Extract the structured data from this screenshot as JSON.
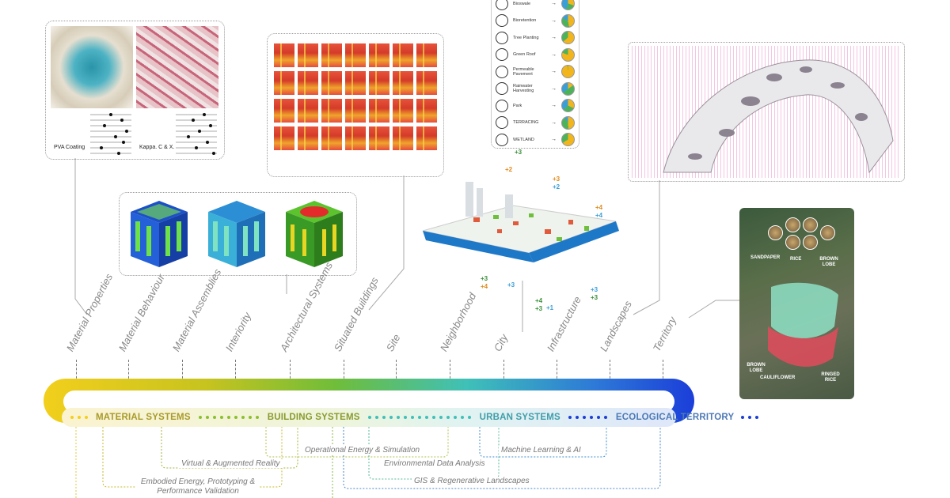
{
  "colors": {
    "material": "#f2cf1c",
    "building": "#8bbf2e",
    "urban": "#3fc0b8",
    "ecological": "#1b3ed9"
  },
  "axis": {
    "labels": [
      "Material Properties",
      "Material Behaviour",
      "Material Assemblies",
      "Interiority",
      "Architectural Systems",
      "Situated Buildings",
      "Site",
      "Neighborhood",
      "City",
      "Infrastructure",
      "Landscapes",
      "Territory"
    ]
  },
  "bands": [
    {
      "label": "MATERIAL SYSTEMS",
      "color": "#a89a2a"
    },
    {
      "label": "BUILDING SYSTEMS",
      "color": "#8a9a30"
    },
    {
      "label": "URBAN SYSTEMS",
      "color": "#3f9da8"
    },
    {
      "label": "ECOLOGICAL TERRITORY",
      "color": "#4d79b5"
    }
  ],
  "methods": [
    "Operational Energy & Simulation",
    "Machine Learning & AI",
    "Virtual & Augmented Reality",
    "Environmental Data Analysis",
    "Embodied Energy, Prototyping & Performance Validation",
    "GIS & Regenerative Landscapes"
  ],
  "material_panel": {
    "left_caption": "PVA Coating",
    "right_caption": "Kappa. C & X."
  },
  "urban_legend": [
    "Bioswale",
    "Bioretention",
    "Tree Planting",
    "Green Roof",
    "Permeable Pavement",
    "Rainwater Harvesting",
    "Park",
    "TERRACING",
    "WETLAND"
  ],
  "city_scores": [
    "+3",
    "+2",
    "+3",
    "+2",
    "+4",
    "+4",
    "+3",
    "+4",
    "+3",
    "+4",
    "+3",
    "+3",
    "+3",
    "+1"
  ],
  "territory_labels": [
    "SANDPAPER",
    "RICE",
    "BROWN LOBE",
    "BROWN LOBE",
    "CAULIFLOWER",
    "RINGED RICE"
  ]
}
